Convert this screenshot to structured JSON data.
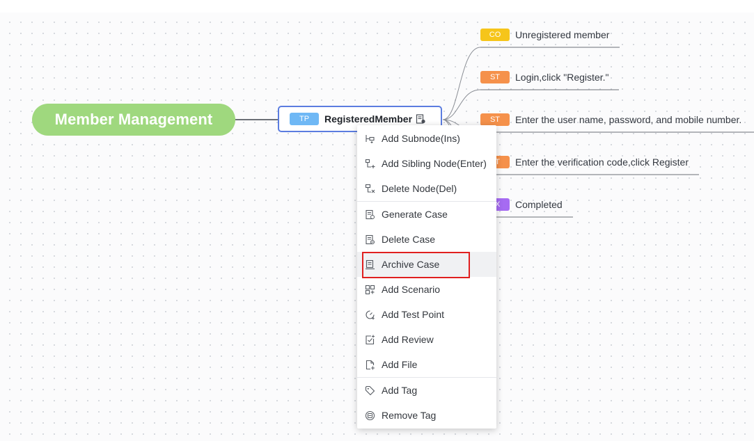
{
  "mindmap": {
    "root": {
      "label": "Member Management",
      "color": "#9fd87e"
    },
    "test_point": {
      "tag": {
        "label": "TP",
        "color": "#6fb8f5"
      },
      "label": "RegisteredMember",
      "icon": "case-document-icon",
      "border_color": "#5b7ce0"
    },
    "children": [
      {
        "tag": "CO",
        "tag_color": "#f6c51a",
        "text": "Unregistered member"
      },
      {
        "tag": "ST",
        "tag_color": "#f5914b",
        "text": "Login,click \"Register.\""
      },
      {
        "tag": "ST",
        "tag_color": "#f5914b",
        "text": "Enter the user name, password, and mobile number."
      },
      {
        "tag": "ST",
        "tag_color": "#f5914b",
        "text": "Enter the verification code,click Register"
      },
      {
        "tag": "EX",
        "tag_color": "#a66bf2",
        "text": "Completed"
      }
    ]
  },
  "context_menu": {
    "groups": [
      [
        {
          "label": "Add Subnode(Ins)",
          "icon": "add-subnode-icon"
        },
        {
          "label": "Add Sibling Node(Enter)",
          "icon": "add-sibling-node-icon"
        },
        {
          "label": "Delete Node(Del)",
          "icon": "delete-node-icon"
        }
      ],
      [
        {
          "label": "Generate Case",
          "icon": "generate-case-icon"
        },
        {
          "label": "Delete Case",
          "icon": "delete-case-icon"
        },
        {
          "label": "Archive Case",
          "icon": "archive-case-icon",
          "state": "hovered, highlighted"
        },
        {
          "label": "Add Scenario",
          "icon": "add-scenario-icon"
        },
        {
          "label": "Add Test Point",
          "icon": "add-test-point-icon"
        },
        {
          "label": "Add Review",
          "icon": "add-review-icon"
        },
        {
          "label": "Add File",
          "icon": "add-file-icon"
        }
      ],
      [
        {
          "label": "Add Tag",
          "icon": "tag-icon"
        },
        {
          "label": "Remove Tag",
          "icon": "remove-tag-icon"
        }
      ]
    ],
    "highlight_color": "#e01f1f"
  }
}
